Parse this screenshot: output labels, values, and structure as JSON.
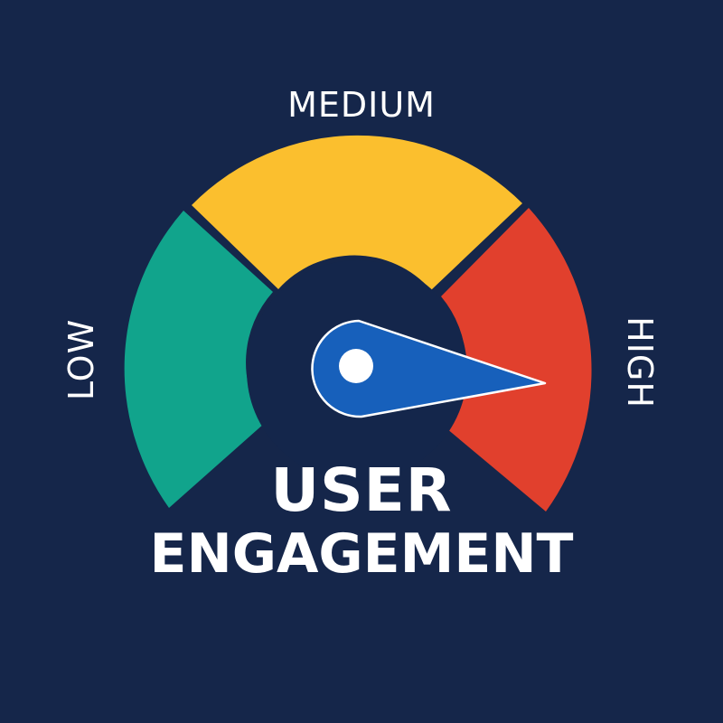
{
  "gauge": {
    "labels": {
      "low": "LOW",
      "medium": "MEDIUM",
      "high": "HIGH"
    },
    "segments": [
      {
        "name": "low",
        "color": "#11a48c"
      },
      {
        "name": "medium",
        "color": "#fbbf2e"
      },
      {
        "name": "high",
        "color": "#e1402d"
      }
    ],
    "needle": {
      "color": "#1760bb",
      "outline_color": "#ffffff",
      "hub_color": "#ffffff"
    },
    "center_color": "#14264b"
  },
  "title": {
    "line1": "USER",
    "line2": "ENGAGEMENT"
  },
  "colors": {
    "background": "#15264a",
    "text": "#ffffff"
  }
}
